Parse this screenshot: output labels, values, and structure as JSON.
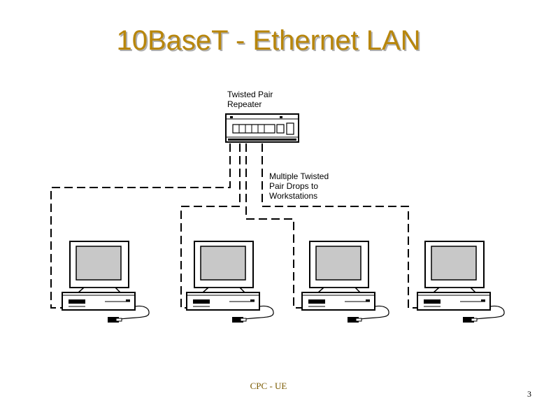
{
  "slide": {
    "title": "10BaseT - Ethernet LAN",
    "footer": "CPC - UE",
    "page_number": "3"
  },
  "diagram": {
    "repeater_label_line1": "Twisted Pair",
    "repeater_label_line2": "Repeater",
    "drops_label_line1": "Multiple Twisted",
    "drops_label_line2": "Pair Drops to",
    "drops_label_line3": "Workstations",
    "workstation_count": 4
  },
  "colors": {
    "title": "#b8860b",
    "screen": "#c8c8c8",
    "footer": "#7a5a00"
  }
}
